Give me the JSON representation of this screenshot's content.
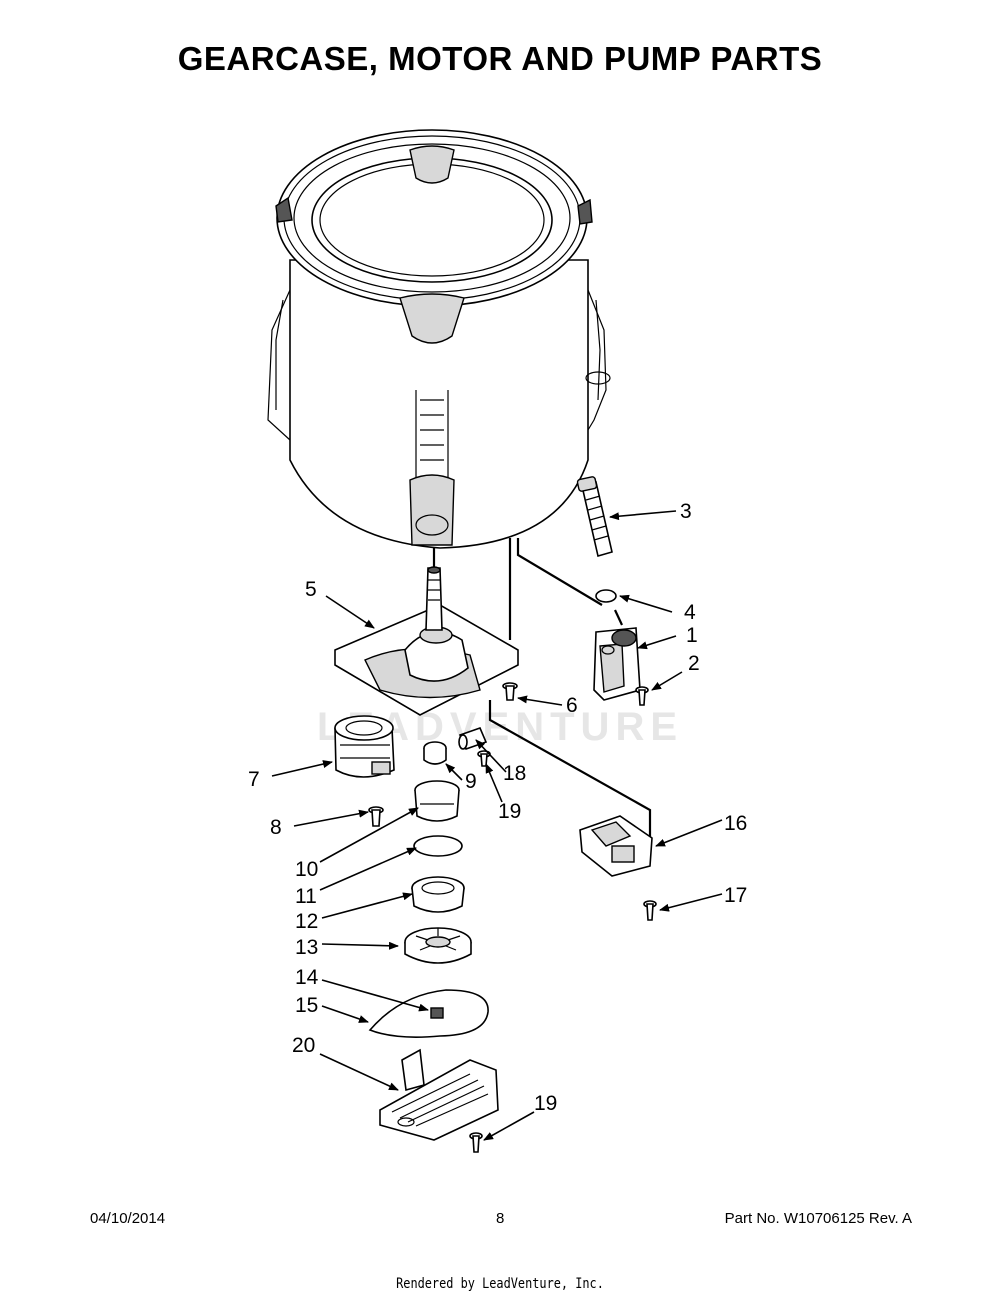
{
  "title": "GEARCASE, MOTOR AND PUMP PARTS",
  "footer": {
    "date": "04/10/2014",
    "page": "8",
    "part_no": "Part No.  W10706125  Rev.  A"
  },
  "rendered_by": "Rendered by LeadVenture, Inc.",
  "watermark": "LEADVENTURE",
  "callouts": [
    {
      "id": "c1",
      "label": "1"
    },
    {
      "id": "c2",
      "label": "2"
    },
    {
      "id": "c3",
      "label": "3"
    },
    {
      "id": "c4",
      "label": "4"
    },
    {
      "id": "c5",
      "label": "5"
    },
    {
      "id": "c6",
      "label": "6"
    },
    {
      "id": "c7",
      "label": "7"
    },
    {
      "id": "c8",
      "label": "8"
    },
    {
      "id": "c9",
      "label": "9"
    },
    {
      "id": "c10",
      "label": "10"
    },
    {
      "id": "c11",
      "label": "11"
    },
    {
      "id": "c12",
      "label": "12"
    },
    {
      "id": "c13",
      "label": "13"
    },
    {
      "id": "c14",
      "label": "14"
    },
    {
      "id": "c15",
      "label": "15"
    },
    {
      "id": "c16",
      "label": "16"
    },
    {
      "id": "c17",
      "label": "17"
    },
    {
      "id": "c18",
      "label": "18"
    },
    {
      "id": "c19a",
      "label": "19"
    },
    {
      "id": "c19b",
      "label": "19"
    },
    {
      "id": "c20",
      "label": "20"
    }
  ]
}
